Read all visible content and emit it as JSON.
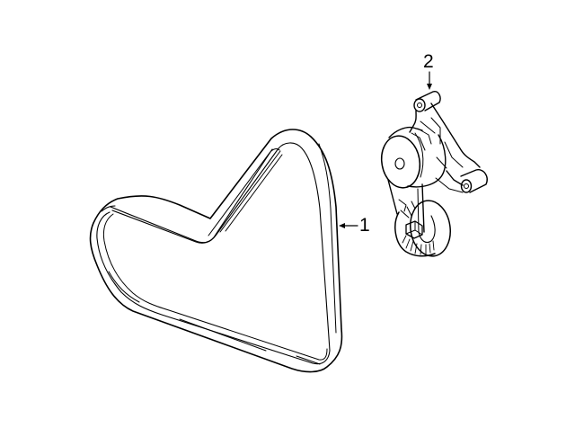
{
  "diagram": {
    "type": "parts-diagram",
    "background": "#ffffff",
    "line_color": "#000000",
    "parts": [
      {
        "callout": "1",
        "name": "serpentine-belt"
      },
      {
        "callout": "2",
        "name": "belt-tensioner"
      }
    ]
  }
}
